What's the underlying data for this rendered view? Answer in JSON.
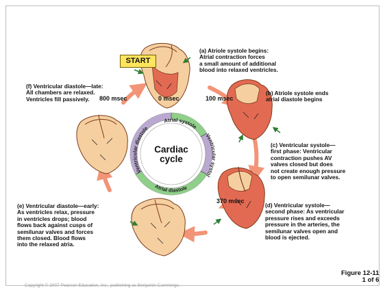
{
  "start_label": "START",
  "center_label": [
    "Cardiac",
    "cycle"
  ],
  "ring_labels": {
    "top": "Atrial systole",
    "right": "Ventricular systole",
    "bottom": "Atrial diastole",
    "left": "Ventricular diastole"
  },
  "time_markers": {
    "t0": "0\nmsec",
    "t100": "100\nmsec",
    "t370": "370\nmsec",
    "t800": "800\nmsec"
  },
  "phases": {
    "a": "(a) Atriole systole begins:\n       Atrial contraction forces\n       a small amount of additional\n       blood into relaxed ventricles.",
    "b": "(b) Atriole systole ends\n       atrial diastole begins",
    "c": "(c) Ventricular systole—\n       first phase: Ventricular\n       contraction pushes AV\n       valves closed but does\n       not create enough pressure\n       to open semilunar valves.",
    "d": "(d) Ventricular systole—\n       second phase: As ventricular\n       pressure rises and exceeds\n       pressure in the arteries, the\n       semilunar valves open and\n       blood is ejected.",
    "e": "(e) Ventricular diastole—early:\n      As ventricles relax, pressure\n      in ventricles drops; blood\n      flows back against cusps of\n      semilunar valves and forces\n      them closed. Blood flows\n      into the relaxed atria.",
    "f": "(f) Ventricular diastole—late:\n     All chambers are relaxed.\n     Ventricles fill passively."
  },
  "figure_label": "Figure 12-11\n1 of 6",
  "copyright": "Copyright © 2007 Pearson Education, Inc., publishing as Benjamin Cummings.",
  "colors": {
    "arrow": "#f29477",
    "ring_outer": "#b9a8cf",
    "ring_green": "#8fcf8a",
    "heart_flesh": "#f5cfa0",
    "heart_red": "#e36a52",
    "start_fill": "#ffe45e"
  }
}
